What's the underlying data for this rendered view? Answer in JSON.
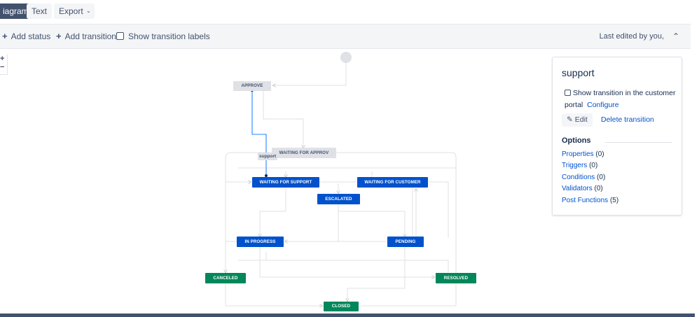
{
  "tabs": [
    {
      "label": "iagram",
      "active": true
    },
    {
      "label": "Text",
      "active": false
    },
    {
      "label": "Export",
      "active": false
    }
  ],
  "toolbar": {
    "add_status": "Add status",
    "add_transition": "Add transition",
    "show_labels": "Show transition labels",
    "last_edited": "Last edited by you,"
  },
  "zoom": {
    "in": "+",
    "out": "−"
  },
  "diagram": {
    "statuses": {
      "approve": "APPROVE",
      "waiting_approv": "WAITING FOR APPROV",
      "waiting_support": "WAITING FOR SUPPORT",
      "waiting_customer": "WAITING FOR CUSTOMER",
      "escalated": "ESCALATED",
      "in_progress": "IN PROGRESS",
      "pending": "PENDING",
      "canceled": "CANCELED",
      "resolved": "RESOLVED",
      "closed": "CLOSED"
    },
    "selected_transition_label": "support"
  },
  "panel": {
    "title": "support",
    "show_in_portal": "Show transition in the customer portal",
    "configure": "Configure",
    "edit": "Edit",
    "delete": "Delete transition",
    "options_title": "Options",
    "options": [
      {
        "label": "Properties",
        "count": "(0)"
      },
      {
        "label": "Triggers",
        "count": "(0)"
      },
      {
        "label": "Conditions",
        "count": "(0)"
      },
      {
        "label": "Validators",
        "count": "(0)"
      },
      {
        "label": "Post Functions",
        "count": "(5)"
      }
    ]
  },
  "colors": {
    "status_blue": "#0052cc",
    "status_green": "#00875a",
    "status_grey": "#dfe1e6",
    "selected_transition": "#2684ff"
  },
  "icons": [
    "plus-icon",
    "checkbox-icon",
    "chevron-down-icon",
    "collapse-up-icon",
    "pencil-icon"
  ]
}
